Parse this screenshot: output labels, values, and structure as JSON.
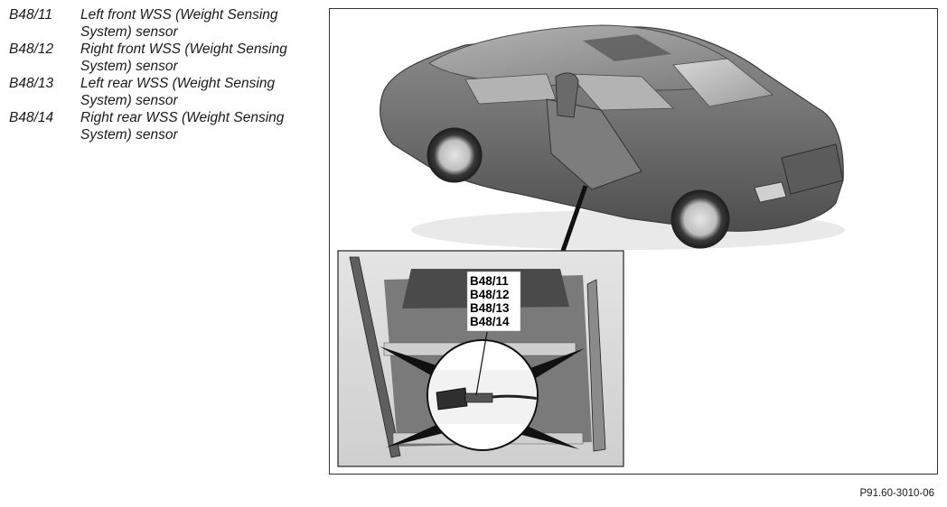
{
  "legend": {
    "items": [
      {
        "code": "B48/11",
        "description": "Left front WSS (Weight Sensing System) sensor"
      },
      {
        "code": "B48/12",
        "description": "Right front WSS (Weight Sensing System) sensor"
      },
      {
        "code": "B48/13",
        "description": "Left rear WSS (Weight Sensing System) sensor"
      },
      {
        "code": "B48/14",
        "description": "Right rear WSS (Weight Sensing System) sensor"
      }
    ]
  },
  "callout": {
    "labels": [
      "B48/11",
      "B48/12",
      "B48/13",
      "B48/14"
    ]
  },
  "figure_reference": "P91.60-3010-06"
}
